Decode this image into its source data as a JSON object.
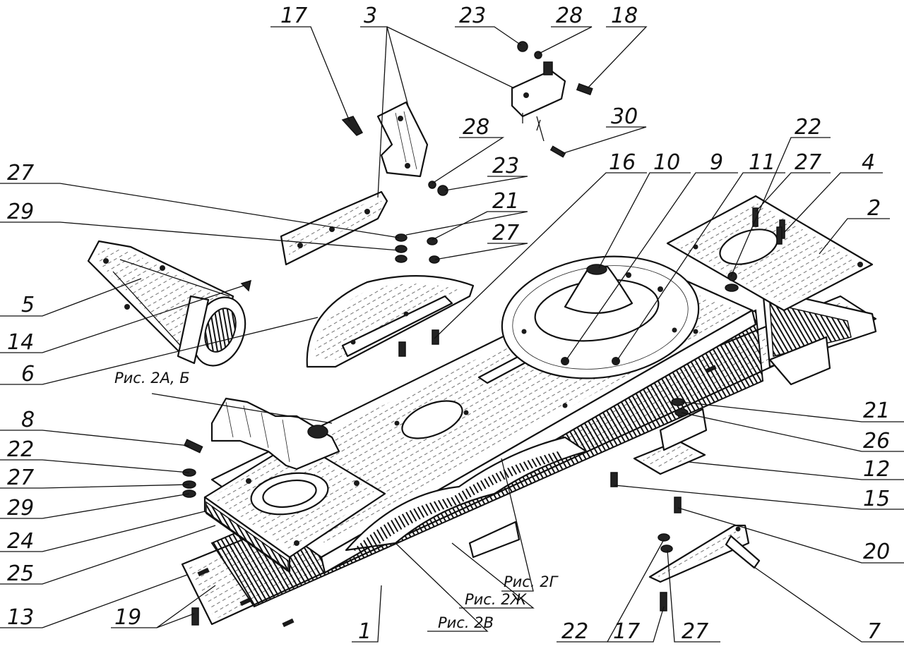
{
  "callouts": [
    {
      "id": "c17a",
      "text": "17"
    },
    {
      "id": "c3",
      "text": "3"
    },
    {
      "id": "c23a",
      "text": "23"
    },
    {
      "id": "c28a",
      "text": "28"
    },
    {
      "id": "c18",
      "text": "18"
    },
    {
      "id": "c30",
      "text": "30"
    },
    {
      "id": "c28b",
      "text": "28"
    },
    {
      "id": "c23b",
      "text": "23"
    },
    {
      "id": "c27a",
      "text": "27"
    },
    {
      "id": "c29a",
      "text": "29"
    },
    {
      "id": "c21a",
      "text": "21"
    },
    {
      "id": "c27b",
      "text": "27"
    },
    {
      "id": "c16",
      "text": "16"
    },
    {
      "id": "c10",
      "text": "10"
    },
    {
      "id": "c9",
      "text": "9"
    },
    {
      "id": "c11",
      "text": "11"
    },
    {
      "id": "c22a",
      "text": "22"
    },
    {
      "id": "c27c",
      "text": "27"
    },
    {
      "id": "c4",
      "text": "4"
    },
    {
      "id": "c2",
      "text": "2"
    },
    {
      "id": "c5",
      "text": "5"
    },
    {
      "id": "c14",
      "text": "14"
    },
    {
      "id": "c6",
      "text": "6"
    },
    {
      "id": "c8",
      "text": "8"
    },
    {
      "id": "c22b",
      "text": "22"
    },
    {
      "id": "c27d",
      "text": "27"
    },
    {
      "id": "c29b",
      "text": "29"
    },
    {
      "id": "c24",
      "text": "24"
    },
    {
      "id": "c25",
      "text": "25"
    },
    {
      "id": "c13",
      "text": "13"
    },
    {
      "id": "c19",
      "text": "19"
    },
    {
      "id": "c1",
      "text": "1"
    },
    {
      "id": "c21b",
      "text": "21"
    },
    {
      "id": "c26",
      "text": "26"
    },
    {
      "id": "c12",
      "text": "12"
    },
    {
      "id": "c15",
      "text": "15"
    },
    {
      "id": "c20",
      "text": "20"
    },
    {
      "id": "c7",
      "text": "7"
    },
    {
      "id": "c22c",
      "text": "22"
    },
    {
      "id": "c17b",
      "text": "17"
    },
    {
      "id": "c27e",
      "text": "27"
    }
  ],
  "captions": {
    "fig2ab": "Рис. 2А, Б",
    "fig2g": "Рис. 2Г",
    "fig2zh": "Рис. 2Ж",
    "fig2v": "Рис. 2В"
  }
}
